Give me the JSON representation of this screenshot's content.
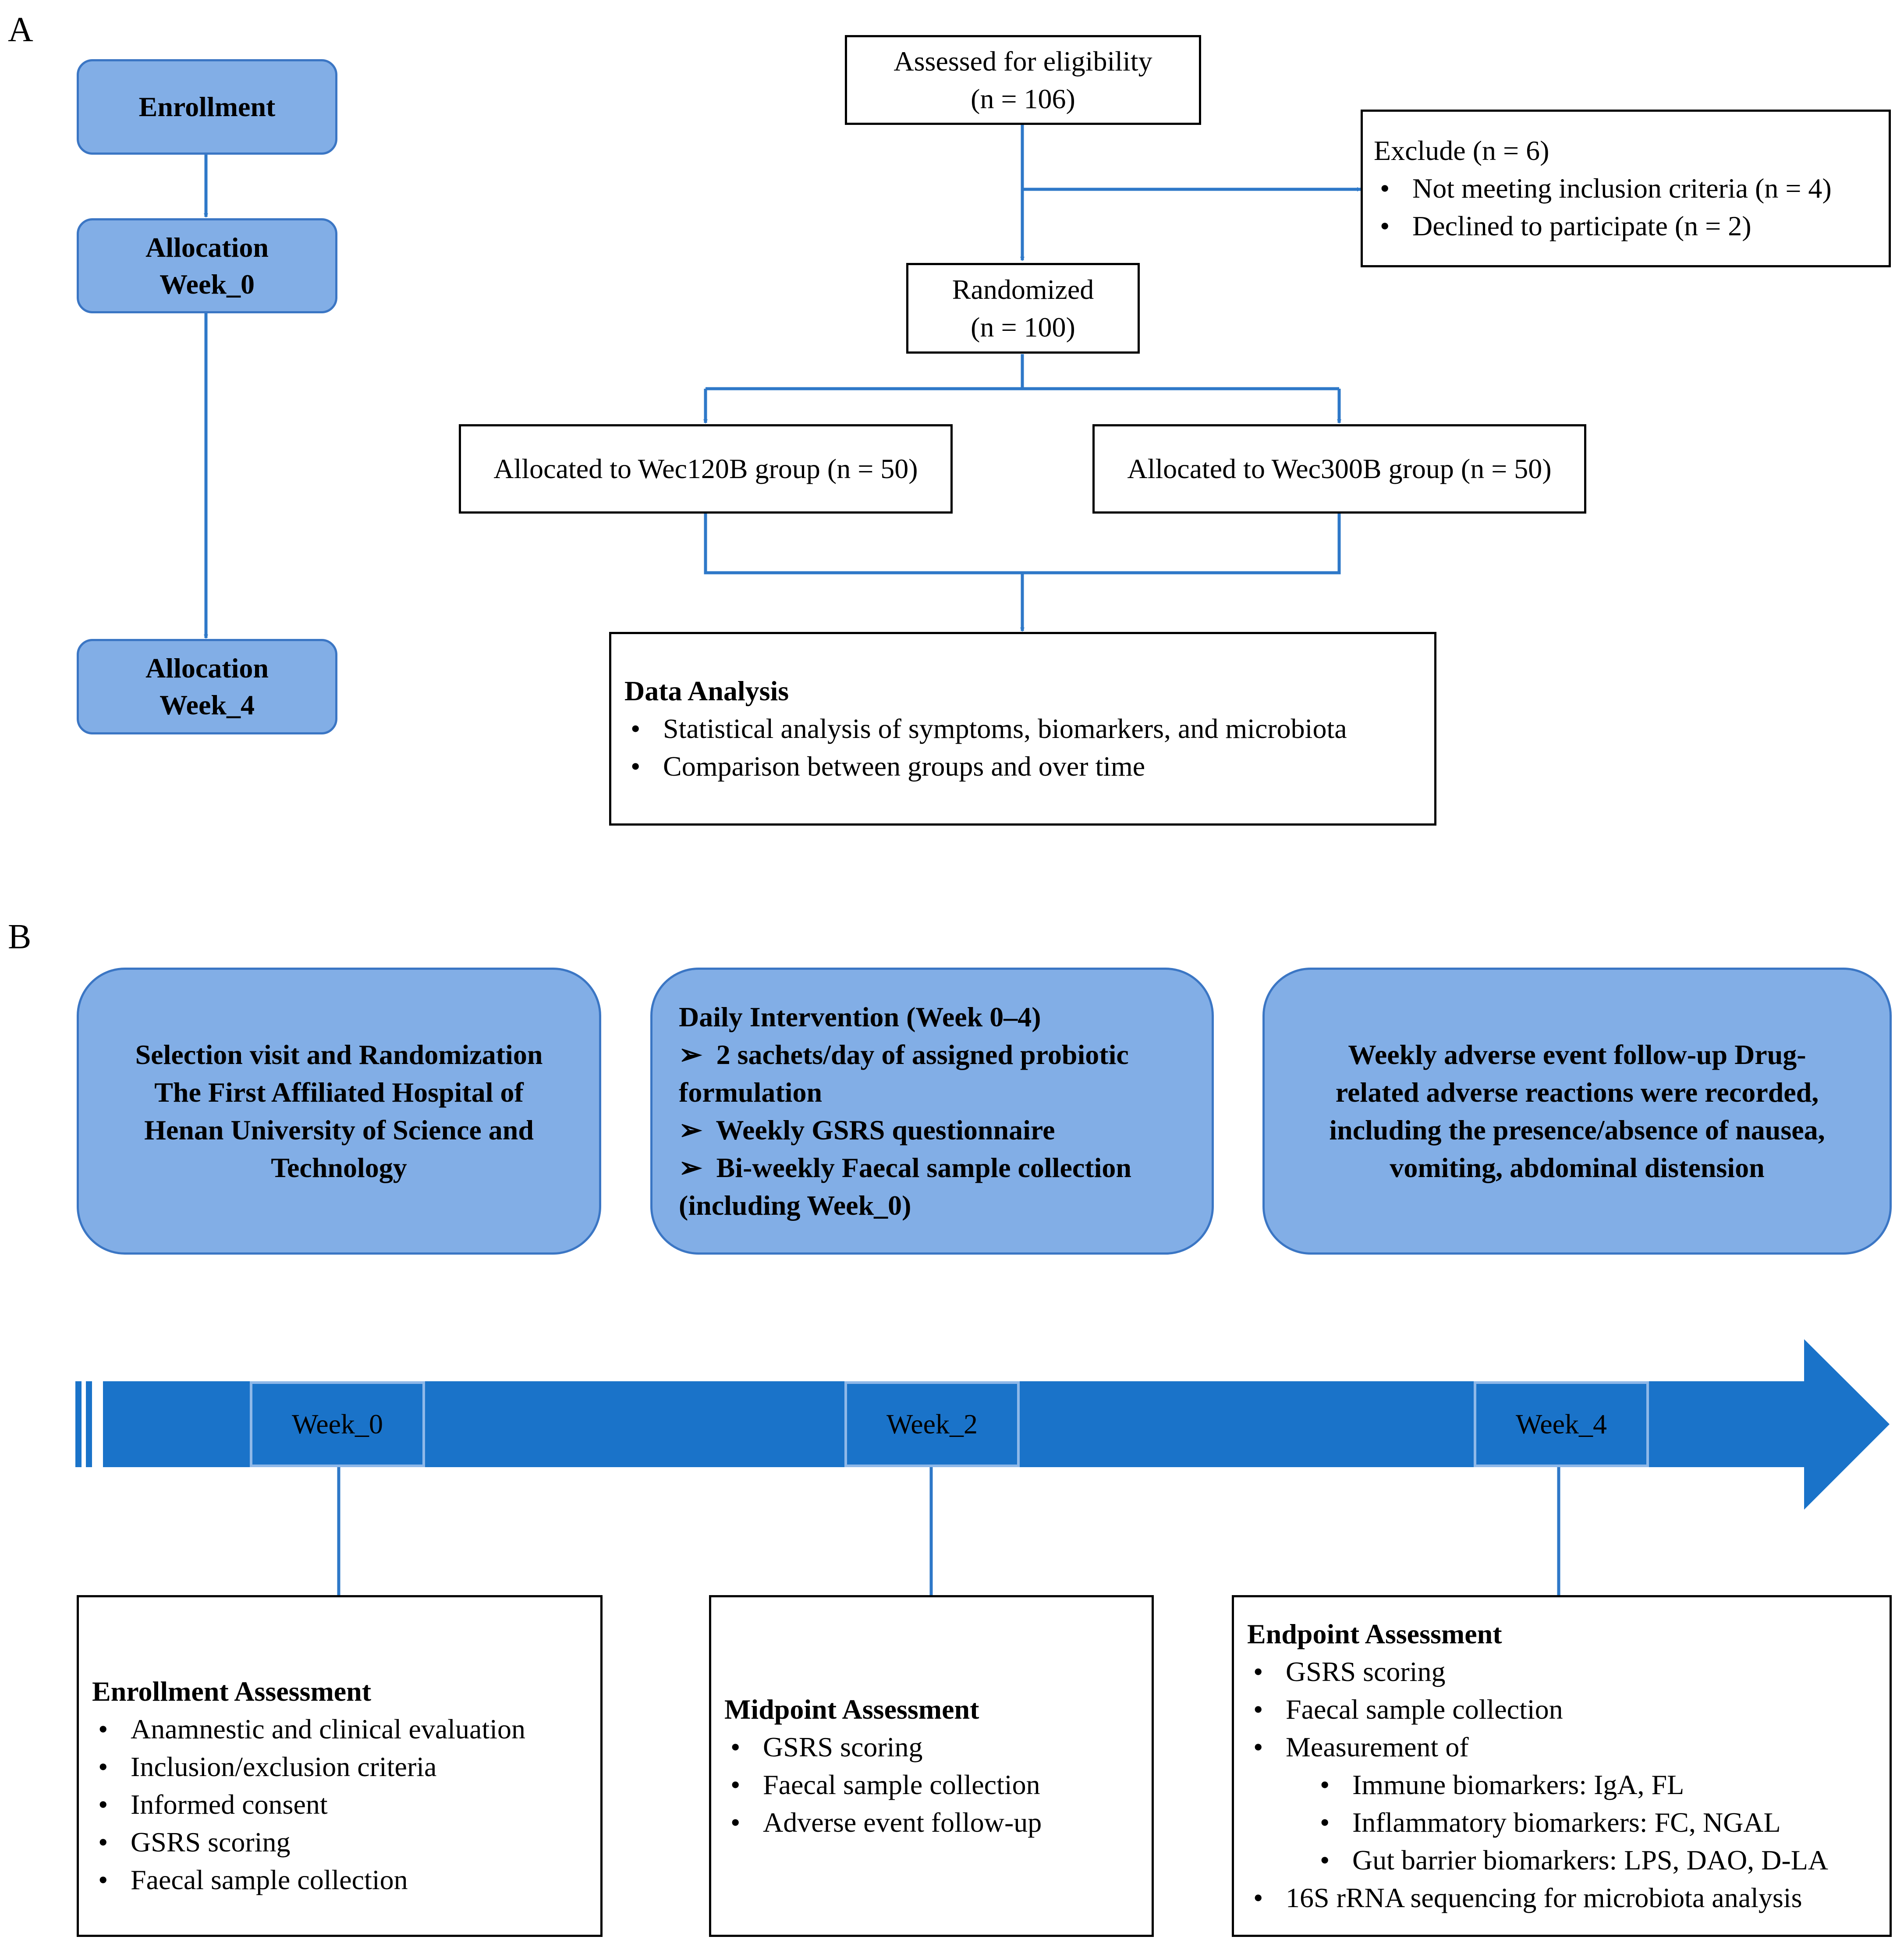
{
  "panel_a": {
    "label": "A",
    "timeline": {
      "enrollment": "Enrollment",
      "allocation_week0": [
        "Allocation",
        "Week_0"
      ],
      "allocation_week4": [
        "Allocation",
        "Week_4"
      ]
    },
    "assessed": [
      "Assessed for eligibility",
      "(n = 106)"
    ],
    "exclude": {
      "title": "Exclude (n = 6)",
      "items": [
        "Not meeting inclusion criteria (n = 4)",
        "Declined to participate (n = 2)"
      ]
    },
    "randomized": [
      "Randomized",
      "(n = 100)"
    ],
    "group_a": "Allocated to Wec120B group (n = 50)",
    "group_b": "Allocated to Wec300B group (n = 50)",
    "data_analysis": {
      "title": "Data Analysis",
      "items": [
        "Statistical analysis of symptoms, biomarkers, and microbiota",
        "Comparison between groups and over time"
      ]
    }
  },
  "panel_b": {
    "label": "B",
    "selection": [
      "Selection visit and Randomization",
      "The First Affiliated Hospital of",
      "Henan University of Science and",
      "Technology"
    ],
    "intervention": {
      "title": "Daily Intervention (Week 0–4)",
      "arrow_glyph": "➢",
      "line1": "2 sachets/day of assigned probiotic",
      "line1b": "formulation",
      "line2": "Weekly GSRS questionnaire",
      "line3": "Bi-weekly Faecal sample collection",
      "line3b": "(including Week_0)"
    },
    "adverse": [
      "Weekly adverse event follow-up Drug-",
      "related adverse reactions were recorded,",
      "including the presence/absence of nausea,",
      "vomiting, abdominal distension"
    ],
    "weeks": [
      "Week_0",
      "Week_2",
      "Week_4"
    ],
    "enrollment_assessment": {
      "title": "Enrollment Assessment",
      "items": [
        "Anamnestic and clinical evaluation",
        "Inclusion/exclusion criteria",
        "Informed consent",
        "GSRS scoring",
        "Faecal sample collection"
      ]
    },
    "midpoint_assessment": {
      "title": "Midpoint Assessment",
      "items": [
        "GSRS scoring",
        "Faecal sample collection",
        "Adverse event follow-up"
      ]
    },
    "endpoint_assessment": {
      "title": "Endpoint Assessment",
      "items": [
        "GSRS scoring",
        "Faecal sample collection",
        "Measurement of"
      ],
      "sub_items": [
        "Immune biomarkers: IgA, FL",
        "Inflammatory biomarkers: FC, NGAL",
        "Gut barrier biomarkers: LPS, DAO, D-LA"
      ],
      "last_item": "16S rRNA sequencing for microbiota analysis"
    }
  },
  "colors": {
    "line": "#2e78c8",
    "pill_fill": "#82aee6",
    "bar": "#1a73c9"
  }
}
